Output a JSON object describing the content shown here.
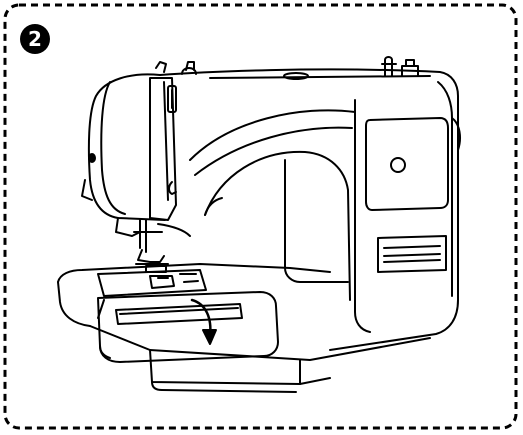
{
  "figure": {
    "step_number": "2",
    "border_style": "dashed",
    "line_color": "#000000",
    "background_color": "#ffffff"
  },
  "illustration": {
    "subject": "sewing-machine",
    "action_icon": "arrow-down-curved-icon"
  }
}
